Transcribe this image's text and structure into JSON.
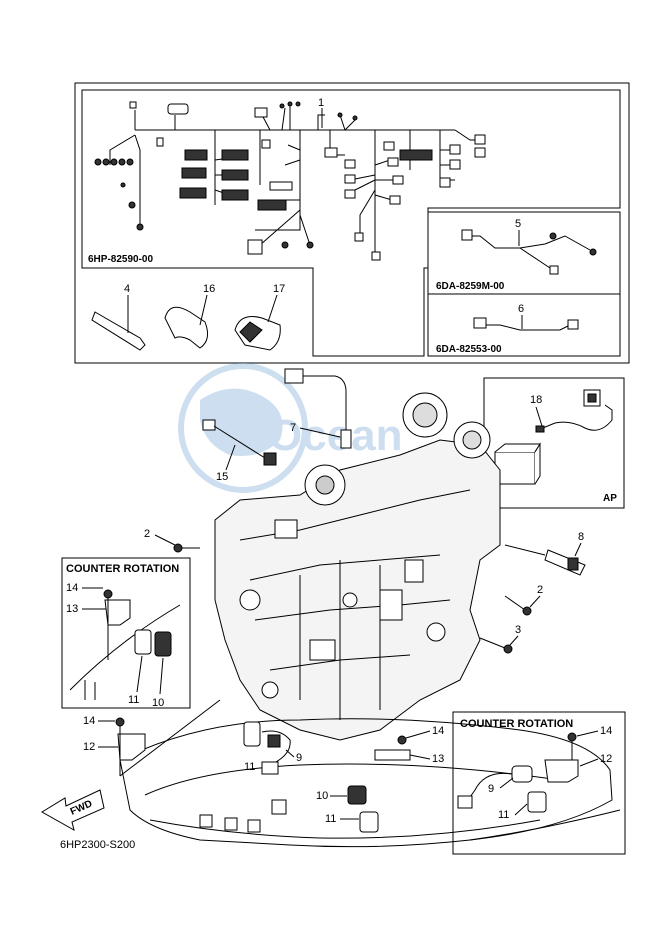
{
  "kit_boxes": {
    "main_harness_code": "6HP-82590-00",
    "sub_harness_a_code": "6DA-8259M-00",
    "sub_harness_b_code": "6DA-82553-00"
  },
  "inset_ap": {
    "label": "AP"
  },
  "counter_rotation": {
    "left_title": "COUNTER ROTATION",
    "right_title": "COUNTER ROTATION"
  },
  "fwd_label": "FWD",
  "diagram_code": "6HP2300-S200",
  "watermark": {
    "text": "Ocean"
  },
  "callouts": {
    "c1": "1",
    "c2a": "2",
    "c2b": "2",
    "c3": "3",
    "c4": "4",
    "c5": "5",
    "c6": "6",
    "c7": "7",
    "c8": "8",
    "c9a": "9",
    "c9b": "9",
    "c10a": "10",
    "c10b": "10",
    "c11a": "11",
    "c11b": "11",
    "c11c": "11",
    "c11d": "11",
    "c12a": "12",
    "c12b": "12",
    "c13a": "13",
    "c13b": "13",
    "c14a": "14",
    "c14b": "14",
    "c14c": "14",
    "c15": "15",
    "c16": "16",
    "c17": "17",
    "c18": "18"
  },
  "colors": {
    "line": "#000000",
    "watermark": "#8fb8dc",
    "background": "#ffffff"
  }
}
